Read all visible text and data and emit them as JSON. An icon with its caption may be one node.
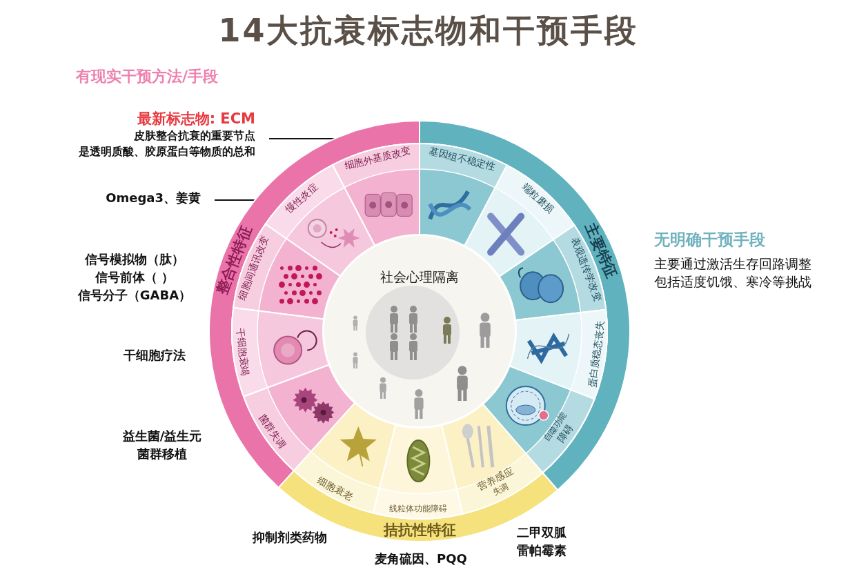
{
  "diagram": {
    "title": "14大抗衰标志物和干预手段",
    "nodes": [
      {
        "text": [
          "最新标志物: ECM",
          "皮肤整合抗衰的重要节点",
          "是透明质酸、胶原蛋白等物质的总和"
        ]
      },
      {
        "text": [
          "Omega3、姜黄"
        ]
      },
      {
        "text": [
          "整合性特征"
        ]
      },
      {
        "text": [
          "细胞外基质改变"
        ]
      },
      {
        "text": [
          "慢性炎症"
        ]
      },
      {
        "text": [
          "细胞间通讯改变"
        ]
      },
      {
        "text": [
          "干细胞衰竭"
        ]
      },
      {
        "text": [
          "菌群失调"
        ]
      },
      {
        "text": [
          "主要特征"
        ]
      },
      {
        "text": [
          "基因组不稳定性"
        ]
      },
      {
        "text": [
          "端粒磨损"
        ]
      },
      {
        "text": [
          "表观遗传学改变"
        ]
      },
      {
        "text": [
          "蛋白质稳态丧失"
        ]
      },
      {
        "text": [
          "自噬功能",
          "障碍"
        ]
      },
      {
        "text": [
          "拮抗性特征"
        ]
      },
      {
        "text": [
          "细胞衰老"
        ]
      },
      {
        "text": [
          "线粒体功能障碍"
        ]
      },
      {
        "text": [
          "营养感应",
          "失调"
        ]
      },
      {
        "text": [
          "社会心理隔离"
        ]
      }
    ],
    "edges": [
      {
        "from": 0,
        "to": 2,
        "arrow": "none"
      },
      {
        "from": 1,
        "to": 2,
        "arrow": "none"
      }
    ],
    "labels": [
      "有现实干预方法/手段",
      "信号模拟物（肽）",
      "信号前体（ ）",
      "信号分子（GABA）",
      "干细胞疗法",
      "益生菌/益生元",
      "菌群移植",
      "抑制剂类药物",
      "麦角硫因、PQQ",
      "二甲双胍",
      "雷帕霉素",
      "无明确干预手段",
      "主要通过激活生存回路调整",
      "包括适度饥饿、寒冷等挑战"
    ]
  }
}
